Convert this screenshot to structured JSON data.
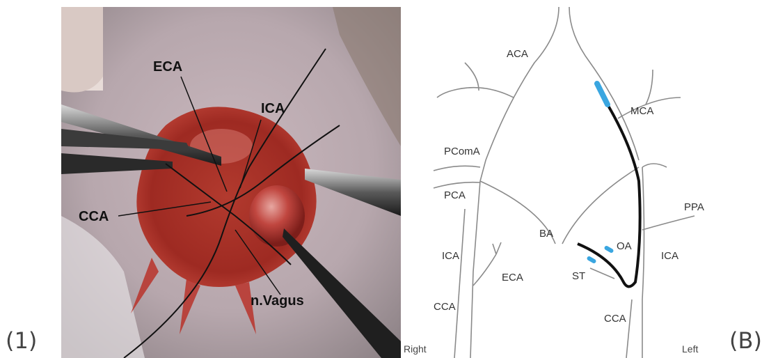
{
  "panel_labels": {
    "left": "(1)",
    "right": "(B)"
  },
  "photo": {
    "labels": {
      "eca": "ECA",
      "ica": "ICA",
      "cca": "CCA",
      "vagus": "n.Vagus"
    }
  },
  "diagram": {
    "labels": {
      "aca": "ACA",
      "mca": "MCA",
      "pcoma": "PComA",
      "pca": "PCA",
      "ppa": "PPA",
      "ba": "BA",
      "oa": "OA",
      "ica_left_side": "ICA",
      "ica_right_side": "ICA",
      "eca": "ECA",
      "st": "ST",
      "cca_left_side": "CCA",
      "cca_right_side": "CCA"
    },
    "orientation": {
      "right": "Right",
      "left": "Left"
    },
    "colors": {
      "catheter": "#111111",
      "catheter_tip": "#3aa6e0",
      "vessel": "#8a8a8a"
    }
  }
}
